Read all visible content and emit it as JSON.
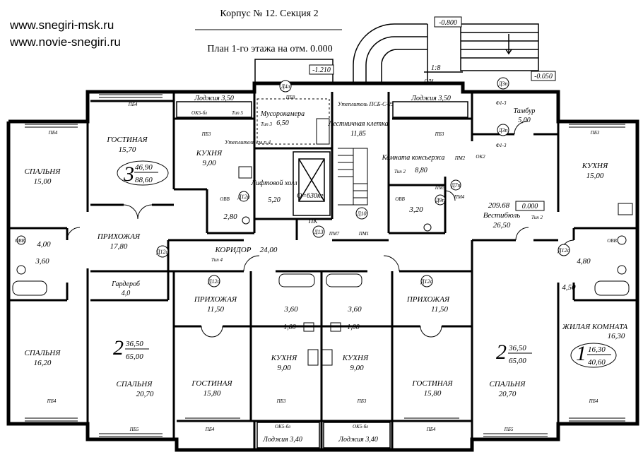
{
  "watermark": [
    "www.snegiri-msk.ru",
    "www.novie-snegiri.ru"
  ],
  "title": "Корпус № 12. Секция 2",
  "subtitle": "План 1-го этажа на отм. 0.000",
  "levels": {
    "top": "-0.800",
    "left": "-1.210",
    "right": "-0.050",
    "vestibule": "0.000",
    "slope": "1:8"
  },
  "rooms": [
    {
      "name": "СПАЛЬНЯ",
      "area": "15,00"
    },
    {
      "name": "ГОСТИНАЯ",
      "area": "15,70"
    },
    {
      "name": "КУХНЯ",
      "area": "9,00"
    },
    {
      "name": "Лоджия 3,50",
      "area": ""
    },
    {
      "name": "Мусорокамера",
      "area": "6,50"
    },
    {
      "name": "Лифтовой холл",
      "area": "5,20"
    },
    {
      "name": "Лестничная клетка",
      "area": "11,85"
    },
    {
      "name": "Лоджия 3,50",
      "area": ""
    },
    {
      "name": "Комната консьержа",
      "area": "8,80"
    },
    {
      "name": "Тамбур",
      "area": "5,00"
    },
    {
      "name": "КУХНЯ",
      "area": "15,00"
    },
    {
      "name": "Вестибюль",
      "area": "26,50"
    },
    {
      "name": "ПРИХОЖАЯ",
      "area": "17,80"
    },
    {
      "name": "КОРИДОР",
      "area": "24,00"
    },
    {
      "name": "Гардероб",
      "area": "4,0"
    },
    {
      "name": "СПАЛЬНЯ",
      "area": "16,20"
    },
    {
      "name": "СПАЛЬНЯ",
      "area": "20,70"
    },
    {
      "name": "ПРИХОЖАЯ",
      "area": "11,50"
    },
    {
      "name": "ГОСТИНАЯ",
      "area": "15,80"
    },
    {
      "name": "КУХНЯ",
      "area": "9,00"
    },
    {
      "name": "КУХНЯ",
      "area": "9,00"
    },
    {
      "name": "ПРИХОЖАЯ",
      "area": "11,50"
    },
    {
      "name": "ГОСТИНАЯ",
      "area": "15,80"
    },
    {
      "name": "СПАЛЬНЯ",
      "area": "20,70"
    },
    {
      "name": "ЖИЛАЯ КОМНАТА",
      "area": "16,30"
    },
    {
      "name": "Лоджия 3,40",
      "area": ""
    },
    {
      "name": "Лоджия 3,40",
      "area": ""
    }
  ],
  "small_areas": [
    "4,00",
    "3,60",
    "2,80",
    "3,20",
    "4,80",
    "4,50",
    "3,60",
    "3,60",
    "1,00",
    "1,00",
    "209.68"
  ],
  "apartments": [
    {
      "rooms": "3",
      "total": "46,90",
      "living": "88,60"
    },
    {
      "rooms": "2",
      "total": "36,50",
      "living": "65,00"
    },
    {
      "rooms": "2",
      "total": "36,50",
      "living": "65,00"
    },
    {
      "rooms": "1",
      "total": "16,30",
      "living": "40,60"
    }
  ],
  "doors": [
    "Д4л",
    "Д3п",
    "Д3п",
    "Д10",
    "Д13",
    "Д12а",
    "Д12а",
    "Д12а",
    "Д12а",
    "Д12а",
    "Д9п",
    "Д7п"
  ],
  "marks": [
    "ПБ4",
    "ПБ3",
    "ПБ3",
    "ПБ8",
    "ОК5-бл",
    "Тип 5",
    "Тип 3",
    "ОЛ4",
    "ПМ2",
    "ОК2",
    "ПМ5",
    "ПМ4",
    "ПМ7",
    "ПМ1",
    "ПК",
    "Ф1-3",
    "Ф1-3",
    "Тип 2",
    "Тип 2",
    "Тип 4",
    "ОК5-бл",
    "ОК5-бл",
    "ПБ5",
    "ПБ4",
    "ПБ5",
    "ПБ4",
    "ПБ3",
    "ПБ3",
    "ОВВ"
  ],
  "notes": [
    "Утеплитель см.п.4.",
    "Утеплитель ПСБ-С-25",
    "Q=630кг"
  ]
}
